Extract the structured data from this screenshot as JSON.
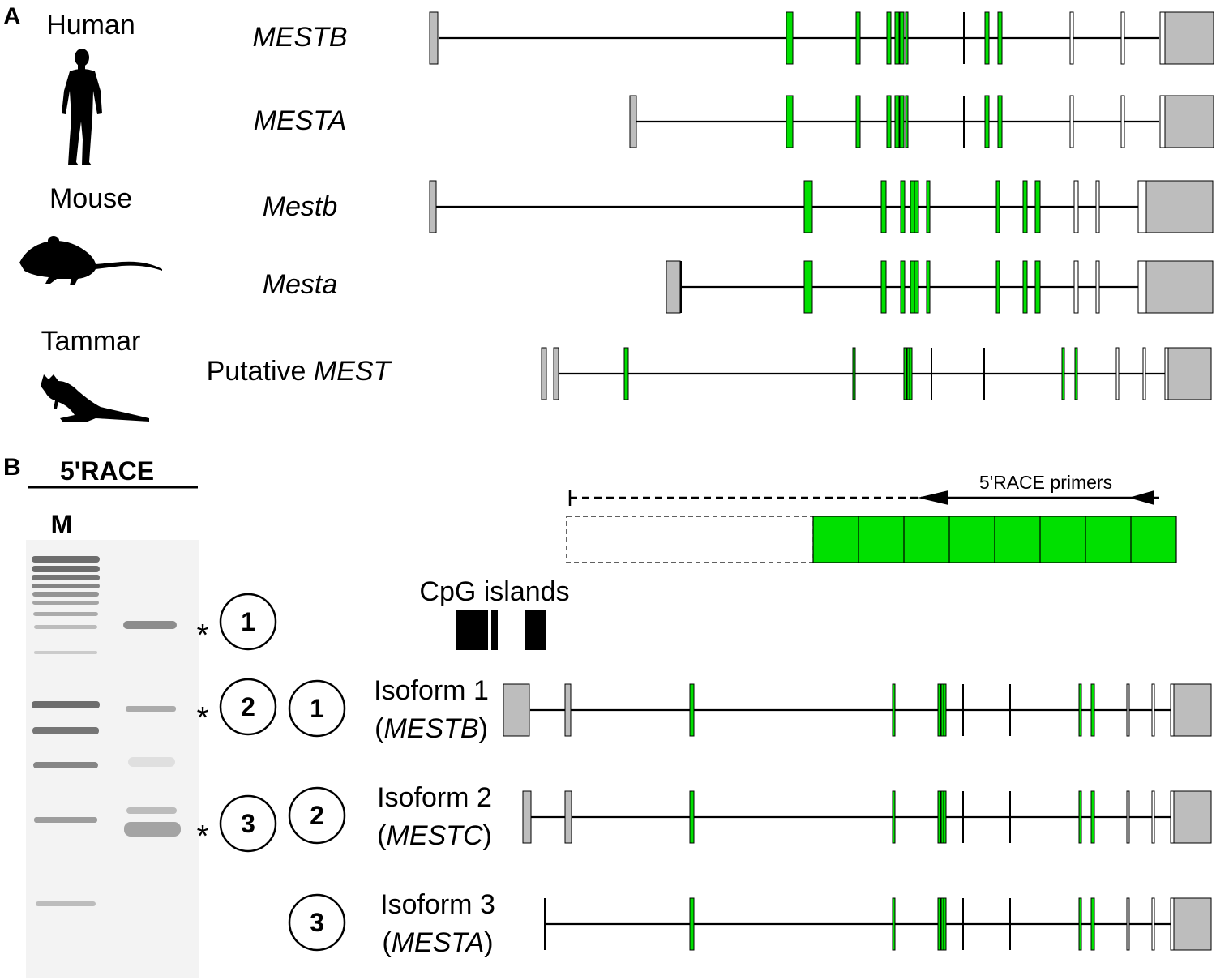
{
  "panel_a": {
    "letter": "A",
    "species": [
      {
        "name": "Human",
        "icon": "human-silhouette-icon"
      },
      {
        "name": "Mouse",
        "icon": "mouse-silhouette-icon"
      },
      {
        "name": "Tammar",
        "icon": "wallaby-silhouette-icon"
      }
    ],
    "genes": [
      {
        "prefix": "",
        "name": "MESTB"
      },
      {
        "prefix": "",
        "name": "MESTA"
      },
      {
        "prefix": "",
        "name": "Mestb"
      },
      {
        "prefix": "",
        "name": "Mesta"
      },
      {
        "prefix": "Putative ",
        "name": "MEST"
      }
    ]
  },
  "panel_b": {
    "letter": "B",
    "gel_title": "5'RACE",
    "marker_label": "M",
    "band_markers": [
      {
        "star": "*",
        "num": "1"
      },
      {
        "star": "*",
        "num": "2"
      },
      {
        "star": "*",
        "num": "3"
      }
    ],
    "primer_label": "5'RACE primers",
    "cpg_label": "CpG islands",
    "isoforms": [
      {
        "num": "1",
        "line1": "Isoform 1",
        "open": "(",
        "gene": "MESTB",
        "close": ")"
      },
      {
        "num": "2",
        "line1": "Isoform 2",
        "open": "(",
        "gene": "MESTC",
        "close": ")"
      },
      {
        "num": "3",
        "line1": "Isoform 3",
        "open": "(",
        "gene": "MESTA",
        "close": ")"
      }
    ]
  },
  "colors": {
    "coding_exon": "#00e000",
    "utr_exon": "#bdbdbd",
    "noncoding_exon": "#ffffff",
    "intron_line": "#000000",
    "gel_background": "#f4f4f4"
  }
}
